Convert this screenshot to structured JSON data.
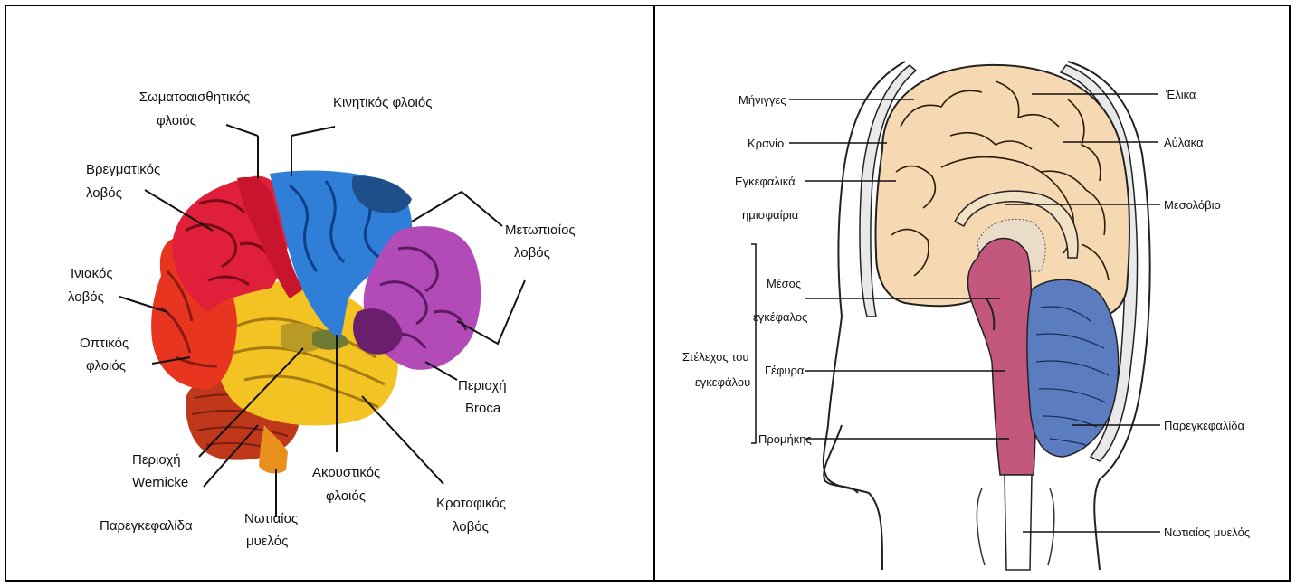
{
  "left_diagram": {
    "labels": {
      "somatosensory_1": "Σωματοαισθητικός",
      "somatosensory_2": "φλοιός",
      "motor": "Κινητικός φλοιός",
      "parietal_1": "Βρεγματικός",
      "parietal_2": "λοβός",
      "frontal_1": "Μετωπιαίος",
      "frontal_2": "λοβός",
      "occipital_1": "Ινιακός",
      "occipital_2": "λοβός",
      "visual_1": "Οπτικός",
      "visual_2": "φλοιός",
      "broca_1": "Περιοχή",
      "broca_2": "Broca",
      "wernicke_1": "Περιοχή",
      "wernicke_2": "Wernicke",
      "auditory_1": "Ακουστικός",
      "auditory_2": "φλοιός",
      "temporal_1": "Κροταφικός",
      "temporal_2": "λοβός",
      "cerebellum": "Παρεγκεφαλίδα",
      "spinal_1": "Νωτιαίος",
      "spinal_2": "μυελός"
    },
    "colors": {
      "parietal": "#e0203a",
      "occipital": "#e83520",
      "motor": "#2f7fd8",
      "frontal": "#b24ab8",
      "temporal": "#f2c322",
      "cerebellum": "#c0381c",
      "stem": "#e8901c"
    }
  },
  "right_diagram": {
    "labels": {
      "meninges": "Μήνιγγες",
      "skull": "Κρανίο",
      "hemispheres_1": "Εγκεφαλικά",
      "hemispheres_2": "ημισφαίρια",
      "midbrain_1": "Μέσος",
      "midbrain_2": "εγκέφαλος",
      "brainstem_1": "Στέλεχος του",
      "brainstem_2": "εγκεφάλου",
      "pons": "Γέφυρα",
      "medulla": "Προμήκης",
      "gyrus": "Έλικα",
      "sulcus": "Αύλακα",
      "corpus_callosum": "Μεσολόβιο",
      "cerebellum": "Παρεγκεφαλίδα",
      "spinal_cord": "Νωτιαίος μυελός"
    },
    "colors": {
      "cerebrum": "#f6d8b2",
      "brainstem": "#c3577e",
      "cerebellum": "#5c7cc0"
    }
  }
}
